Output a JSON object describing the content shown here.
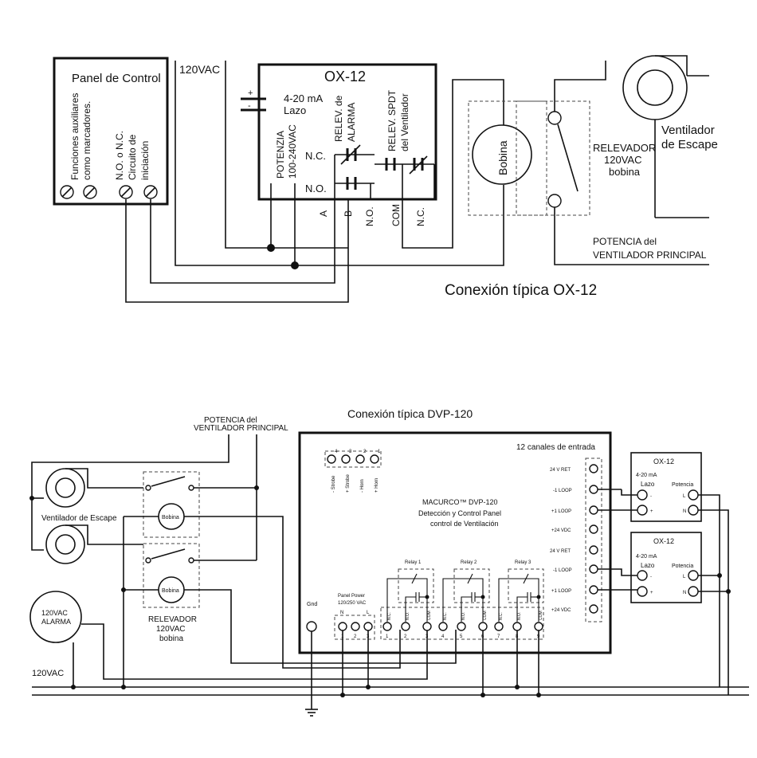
{
  "top": {
    "control_panel": {
      "title": "Panel de Control",
      "aux_label_1": "Funciones auxiliares",
      "aux_label_2": "como marcadores.",
      "init_label_1": "N.O. o N.C.",
      "init_label_2": "Circuito de",
      "init_label_3": "iniciación"
    },
    "supply": "120VAC",
    "ox12": {
      "title": "OX-12",
      "loop_1": "4-20 mA",
      "loop_2": "Lazo",
      "plus": "+",
      "minus": "-",
      "power_1": "POTENZIA",
      "power_2": "100-240VAC",
      "alarm_relay_1": "RELEV. de",
      "alarm_relay_2": "ALARMA",
      "nc": "N.C.",
      "no": "N.O.",
      "spdt_1": "RELEV. SPDT",
      "spdt_2": "del Ventilador",
      "t_a": "A",
      "t_b": "B",
      "t_no": "N.O.",
      "t_com": "COM",
      "t_nc": "N.C."
    },
    "coil": "Bobina",
    "relay_1": "RELEVADOR",
    "relay_2": "120VAC",
    "relay_3": "bobina",
    "fan_1": "Ventilador",
    "fan_2": "de Escape",
    "main_power_1": "POTENCIA del",
    "main_power_2": "VENTILADOR PRINCIPAL",
    "caption": "Conexión típica OX-12"
  },
  "bottom": {
    "caption": "Conexión típica DVP-120",
    "main_power_1": "POTENCIA del",
    "main_power_2": "VENTILADOR PRINCIPAL",
    "fan": "Ventilador de Escape",
    "coil": "Bobina",
    "relay_1": "RELEVADOR",
    "relay_2": "120VAC",
    "relay_3": "bobina",
    "alarm_1": "120VAC",
    "alarm_2": "ALARMA",
    "supply": "120VAC",
    "panel": {
      "channels": "12 canales de entrada",
      "brand": "MACURCO™ DVP-120",
      "desc_1": "Detección y Control Panel",
      "desc_2": "control de Ventilación",
      "gnd": "Gnd",
      "power_1": "Panel Power",
      "power_2": "120/250 VAC",
      "n": "N",
      "l": "L",
      "strobe_terms": [
        "- Strobe",
        "+ Strobe",
        "- Horn",
        "+ Horn"
      ],
      "strobe_nums": [
        "4",
        "3",
        "2",
        "1"
      ],
      "relays": [
        "Relay 1",
        "Relay 2",
        "Relay 3"
      ],
      "relay_terms": [
        "N.C.",
        "N.O.",
        "COM"
      ],
      "bottom_nums": [
        "1",
        "2",
        "3",
        "1",
        "2",
        "3",
        "4",
        "5",
        "6",
        "7",
        "8",
        "9"
      ],
      "input_labels": [
        "24 V RET",
        "-1 LOOP",
        "+1 LOOP",
        "+24 VDC",
        "24 V RET",
        "-1 LOOP",
        "+1 LOOP",
        "+24 VDC"
      ]
    },
    "ox12": {
      "title": "OX-12",
      "loop_1": "4-20 mA",
      "loop_2": "Lazo",
      "power": "Potencia",
      "l": "L",
      "n": "N",
      "minus": "-",
      "plus": "+"
    }
  }
}
